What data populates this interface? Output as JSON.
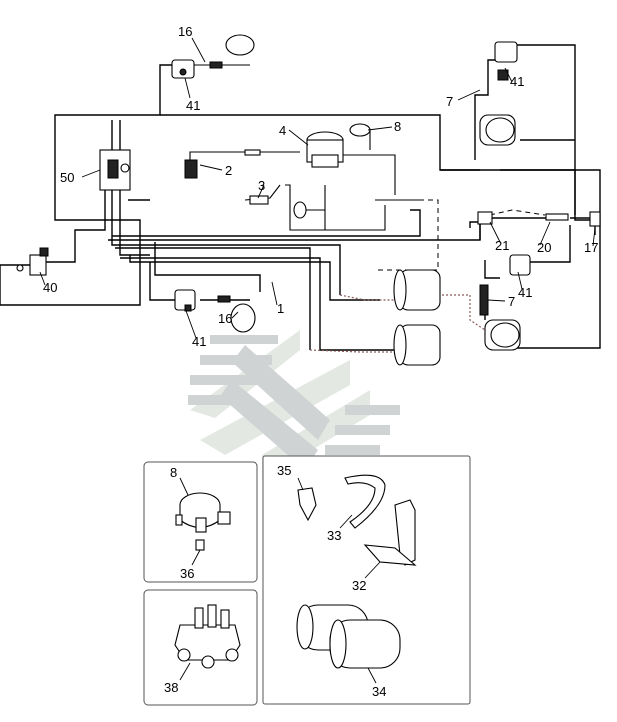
{
  "diagram": {
    "labels": {
      "l16a": "16",
      "l41a": "41",
      "l4": "4",
      "l8a": "8",
      "l7a": "7",
      "l41b": "41",
      "l50": "50",
      "l2": "2",
      "l3": "3",
      "l40": "40",
      "l21": "21",
      "l20": "20",
      "l17": "17",
      "l41c": "41",
      "l7b": "7",
      "l1": "1",
      "l16b": "16",
      "l41d": "41"
    },
    "insets": {
      "compressor_cover": {
        "part": "8",
        "fitting": "36"
      },
      "valve": {
        "part": "38"
      },
      "tanks": {
        "bracket": "35",
        "strap": "33",
        "mount": "32",
        "receivers": "34"
      }
    },
    "colors": {
      "lines": "#000000",
      "air_pipes": "#8a5a5a",
      "watermark": "#cfd3d4"
    }
  }
}
